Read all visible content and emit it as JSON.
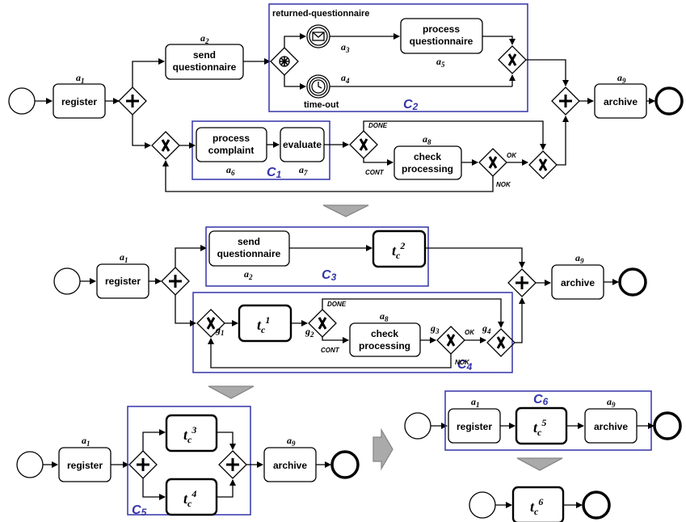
{
  "tasks": {
    "register": "register",
    "send_questionnaire_1": "send",
    "send_questionnaire_2": "questionnaire",
    "process_questionnaire_1": "process",
    "process_questionnaire_2": "questionnaire",
    "process_complaint_1": "process",
    "process_complaint_2": "complaint",
    "evaluate": "evaluate",
    "check_processing_1": "check",
    "check_processing_2": "processing",
    "archive": "archive",
    "tc": "t",
    "tc_sub": "c"
  },
  "labels": {
    "a": "a",
    "a1": "1",
    "a2": "2",
    "a3": "3",
    "a4": "4",
    "a5": "5",
    "a6": "6",
    "a7": "7",
    "a8": "8",
    "a9": "9",
    "g": "g",
    "g1": "1",
    "g2": "2",
    "g3": "3",
    "g4": "4",
    "tc1": "1",
    "tc2": "2",
    "tc3": "3",
    "tc4": "4",
    "tc5": "5",
    "tc6": "6"
  },
  "events": {
    "returned_questionnaire": "returned-questionnaire",
    "time_out": "time-out"
  },
  "conditions": {
    "done": "DONE",
    "cont": "CONT",
    "ok": "OK",
    "nok": "NOK"
  },
  "components": {
    "c": "C",
    "c1": "1",
    "c2": "2",
    "c3": "3",
    "c4": "4",
    "c5": "5",
    "c6": "6"
  },
  "colors": {
    "component_border": "#3333aa",
    "component_label": "#3333aa",
    "arrow_fill": "#aaaaaa",
    "stroke": "#000000"
  }
}
